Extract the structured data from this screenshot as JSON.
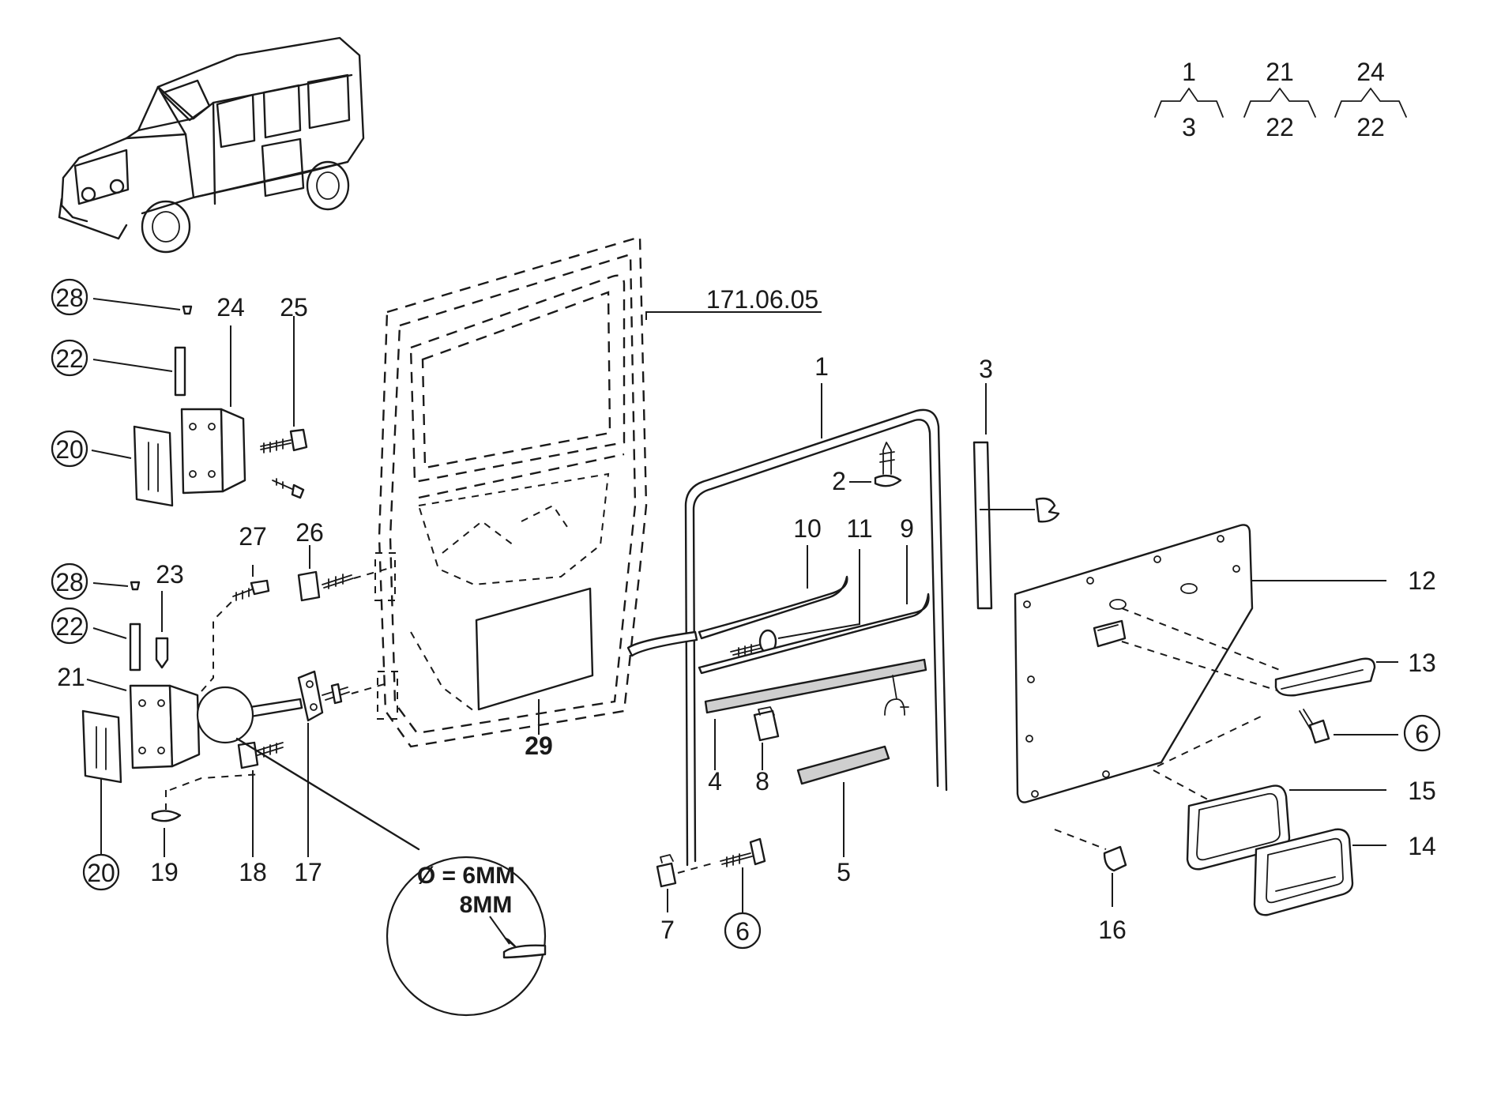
{
  "reference_number": "171.06.05",
  "groups": [
    {
      "top": "1",
      "bottom": "3"
    },
    {
      "top": "21",
      "bottom": "22"
    },
    {
      "top": "24",
      "bottom": "22"
    }
  ],
  "callouts": {
    "c1": "1",
    "c2": "2",
    "c3": "3",
    "c4": "4",
    "c5": "5",
    "c6a": "6",
    "c6b": "6",
    "c7": "7",
    "c8": "8",
    "c9": "9",
    "c10": "10",
    "c11": "11",
    "c12": "12",
    "c13": "13",
    "c14": "14",
    "c15": "15",
    "c16": "16",
    "c17": "17",
    "c18": "18",
    "c19": "19",
    "c20a": "20",
    "c20b": "20",
    "c21": "21",
    "c22a": "22",
    "c22b": "22",
    "c23": "23",
    "c24": "24",
    "c25": "25",
    "c26": "26",
    "c27": "27",
    "c28a": "28",
    "c28b": "28",
    "c29": "29"
  },
  "detail": {
    "line1": "Ø = 6MM",
    "line2": "8MM"
  }
}
